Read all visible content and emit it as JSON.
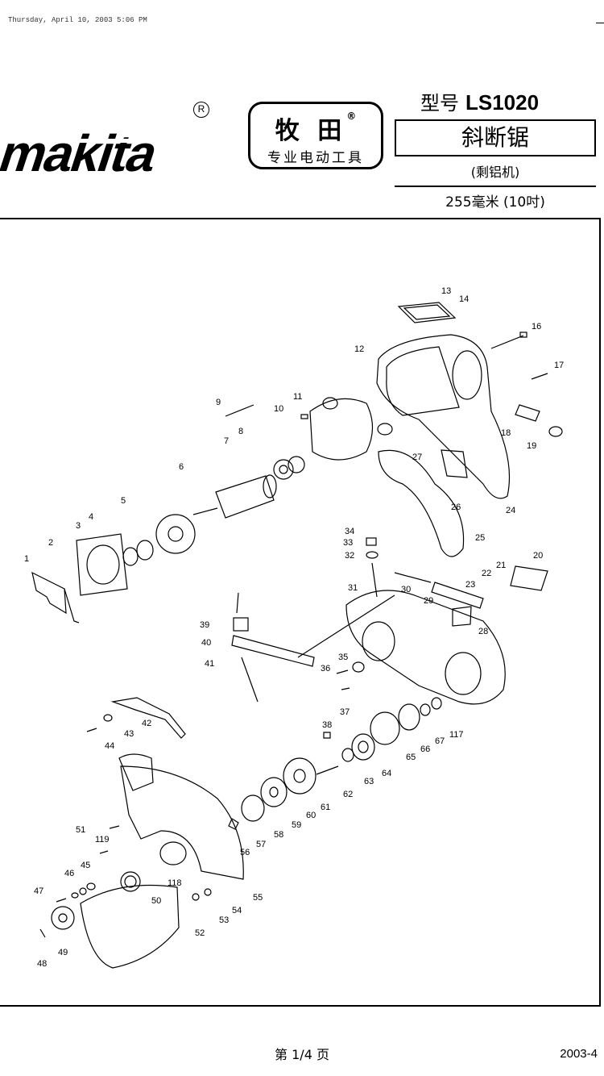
{
  "header": {
    "timestamp": "Thursday, April 10, 2003  5:06 PM",
    "logo_text": "makita",
    "logo_reg": "R",
    "brand_name": "牧 田",
    "brand_reg": "®",
    "brand_tagline": "专业电动工具",
    "model_label": "型号",
    "model_number": "LS1020",
    "product_name": "斜断锯",
    "product_subtype": "(剩铝机)",
    "product_size": "255毫米 (10吋)"
  },
  "parts": [
    {
      "n": "1"
    },
    {
      "n": "2"
    },
    {
      "n": "3"
    },
    {
      "n": "4"
    },
    {
      "n": "5"
    },
    {
      "n": "6"
    },
    {
      "n": "7"
    },
    {
      "n": "8"
    },
    {
      "n": "9"
    },
    {
      "n": "10"
    },
    {
      "n": "11"
    },
    {
      "n": "12"
    },
    {
      "n": "13"
    },
    {
      "n": "14"
    },
    {
      "n": "16"
    },
    {
      "n": "17"
    },
    {
      "n": "18"
    },
    {
      "n": "19"
    },
    {
      "n": "20"
    },
    {
      "n": "21"
    },
    {
      "n": "22"
    },
    {
      "n": "23"
    },
    {
      "n": "24"
    },
    {
      "n": "25"
    },
    {
      "n": "26"
    },
    {
      "n": "27"
    },
    {
      "n": "28"
    },
    {
      "n": "29"
    },
    {
      "n": "30"
    },
    {
      "n": "31"
    },
    {
      "n": "32"
    },
    {
      "n": "33"
    },
    {
      "n": "34"
    },
    {
      "n": "35"
    },
    {
      "n": "36"
    },
    {
      "n": "37"
    },
    {
      "n": "38"
    },
    {
      "n": "39"
    },
    {
      "n": "40"
    },
    {
      "n": "41"
    },
    {
      "n": "42"
    },
    {
      "n": "43"
    },
    {
      "n": "44"
    },
    {
      "n": "45"
    },
    {
      "n": "46"
    },
    {
      "n": "47"
    },
    {
      "n": "48"
    },
    {
      "n": "49"
    },
    {
      "n": "50"
    },
    {
      "n": "51"
    },
    {
      "n": "52"
    },
    {
      "n": "53"
    },
    {
      "n": "54"
    },
    {
      "n": "55"
    },
    {
      "n": "56"
    },
    {
      "n": "57"
    },
    {
      "n": "58"
    },
    {
      "n": "59"
    },
    {
      "n": "60"
    },
    {
      "n": "61"
    },
    {
      "n": "62"
    },
    {
      "n": "63"
    },
    {
      "n": "64"
    },
    {
      "n": "65"
    },
    {
      "n": "66"
    },
    {
      "n": "67"
    },
    {
      "n": "117"
    },
    {
      "n": "118"
    },
    {
      "n": "119"
    }
  ],
  "footer": {
    "page": "第 1/4 页",
    "date": "2003-4"
  }
}
